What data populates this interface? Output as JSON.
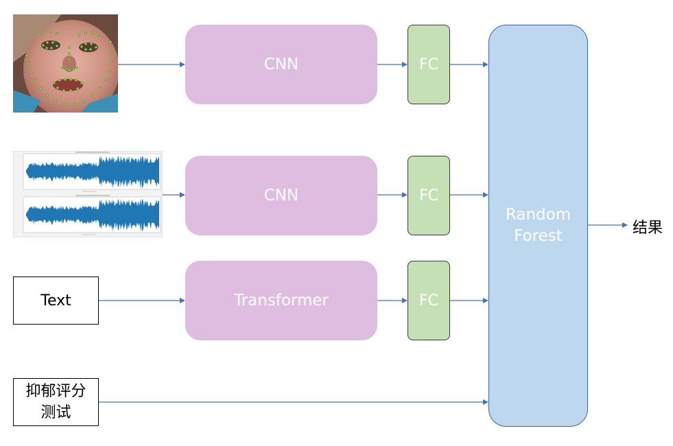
{
  "inputs": {
    "text_label": "Text",
    "score_line1": "抑郁评分",
    "score_line2": "测试"
  },
  "blocks": {
    "cnn_face": "CNN",
    "cnn_audio": "CNN",
    "transformer": "Transformer",
    "fc_1": "FC",
    "fc_2": "FC",
    "fc_3": "FC",
    "random_forest_line1": "Random",
    "random_forest_line2": "Forest"
  },
  "output": {
    "label": "结果"
  },
  "colors": {
    "cnn_fill": "#dfbde0",
    "fc_fill": "#c6e0b5",
    "rf_fill": "#bdd7ee",
    "arrow": "#4472c4"
  }
}
